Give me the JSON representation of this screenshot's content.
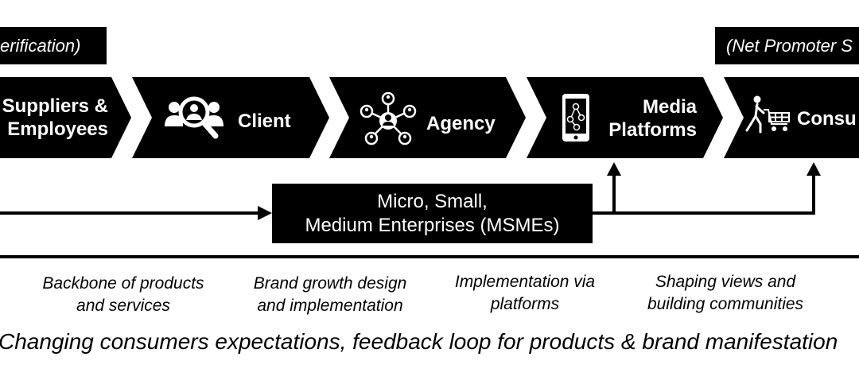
{
  "tags": {
    "left": "erification)",
    "right": "(Net Promoter S"
  },
  "stages": [
    {
      "line1": "Suppliers &",
      "line2": "Employees",
      "icon": "none"
    },
    {
      "line1": "Client",
      "line2": "",
      "icon": "people-search-icon"
    },
    {
      "line1": "Agency",
      "line2": "",
      "icon": "network-people-icon"
    },
    {
      "line1": "Media",
      "line2": "Platforms",
      "icon": "smartphone-network-icon"
    },
    {
      "line1": "Consu",
      "line2": "",
      "icon": "shopper-cart-icon"
    }
  ],
  "msme": {
    "line1": "Micro, Small,",
    "line2": "Medium Enterprises (MSMEs)"
  },
  "descriptions": [
    {
      "line1": "Backbone of products",
      "line2": "and services"
    },
    {
      "line1": "Brand growth design",
      "line2": "and implementation"
    },
    {
      "line1": "Implementation via",
      "line2": "platforms"
    },
    {
      "line1": "Shaping views and",
      "line2": "building communities"
    }
  ],
  "caption": "Changing consumers expectations, feedback loop for products & brand manifestation",
  "colors": {
    "fill": "#000000",
    "text_on_fill": "#ffffff",
    "background": "#ffffff"
  }
}
